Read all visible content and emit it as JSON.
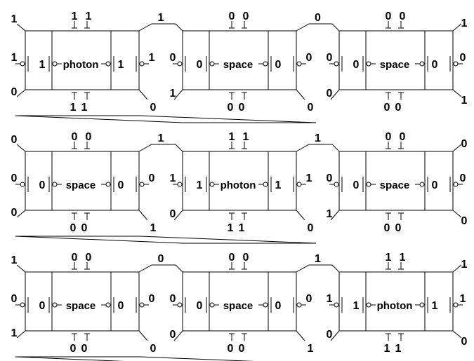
{
  "rows": [
    {
      "cells": [
        {
          "label": "photon",
          "top": [
            "1",
            "1"
          ],
          "bottom": [
            "1",
            "1"
          ],
          "inner_left": "1",
          "inner_right": "1"
        },
        {
          "label": "space",
          "top": [
            "0",
            "0"
          ],
          "bottom": [
            "0",
            "0"
          ],
          "inner_left": "0",
          "inner_right": "0"
        },
        {
          "label": "space",
          "top": [
            "0",
            "0"
          ],
          "bottom": [
            "0",
            "0"
          ],
          "inner_left": "0",
          "inner_right": "0"
        }
      ],
      "left_edge": {
        "top": "1",
        "mid": "1",
        "bottom": "0"
      },
      "bridges": [
        {
          "top": "1",
          "left_mid": "1",
          "right_mid": "0",
          "left_bottom": "0",
          "right_bottom": "1"
        },
        {
          "top": "0",
          "left_mid": "0",
          "right_mid": "0",
          "left_bottom": "0",
          "right_bottom": "0"
        }
      ],
      "right_edge": {
        "top": "1",
        "mid": "0",
        "bottom": "1"
      }
    },
    {
      "cells": [
        {
          "label": "space",
          "top": [
            "0",
            "0"
          ],
          "bottom": [
            "0",
            "0"
          ],
          "inner_left": "0",
          "inner_right": "0"
        },
        {
          "label": "photon",
          "top": [
            "1",
            "1"
          ],
          "bottom": [
            "1",
            "1"
          ],
          "inner_left": "1",
          "inner_right": "1"
        },
        {
          "label": "space",
          "top": [
            "0",
            "0"
          ],
          "bottom": [
            "0",
            "0"
          ],
          "inner_left": "0",
          "inner_right": "0"
        }
      ],
      "left_edge": {
        "top": "0",
        "mid": "0",
        "bottom": "0"
      },
      "bridges": [
        {
          "top": "1",
          "left_mid": "0",
          "right_mid": "1",
          "left_bottom": "1",
          "right_bottom": "0"
        },
        {
          "top": "1",
          "left_mid": "1",
          "right_mid": "0",
          "left_bottom": "0",
          "right_bottom": "1"
        }
      ],
      "right_edge": {
        "top": "0",
        "mid": "0",
        "bottom": "0"
      }
    },
    {
      "cells": [
        {
          "label": "space",
          "top": [
            "0",
            "0"
          ],
          "bottom": [
            "0",
            "0"
          ],
          "inner_left": "0",
          "inner_right": "0"
        },
        {
          "label": "space",
          "top": [
            "0",
            "0"
          ],
          "bottom": [
            "0",
            "0"
          ],
          "inner_left": "0",
          "inner_right": "0"
        },
        {
          "label": "photon",
          "top": [
            "1",
            "1"
          ],
          "bottom": [
            "1",
            "1"
          ],
          "inner_left": "1",
          "inner_right": "1"
        }
      ],
      "left_edge": {
        "top": "1",
        "mid": "0",
        "bottom": "1"
      },
      "bridges": [
        {
          "top": "0",
          "left_mid": "0",
          "right_mid": "0",
          "left_bottom": "0",
          "right_bottom": "0"
        },
        {
          "top": "1",
          "left_mid": "0",
          "right_mid": "1",
          "left_bottom": "1",
          "right_bottom": "0"
        }
      ],
      "right_edge": {
        "top": "1",
        "mid": "1",
        "bottom": "0"
      }
    }
  ]
}
